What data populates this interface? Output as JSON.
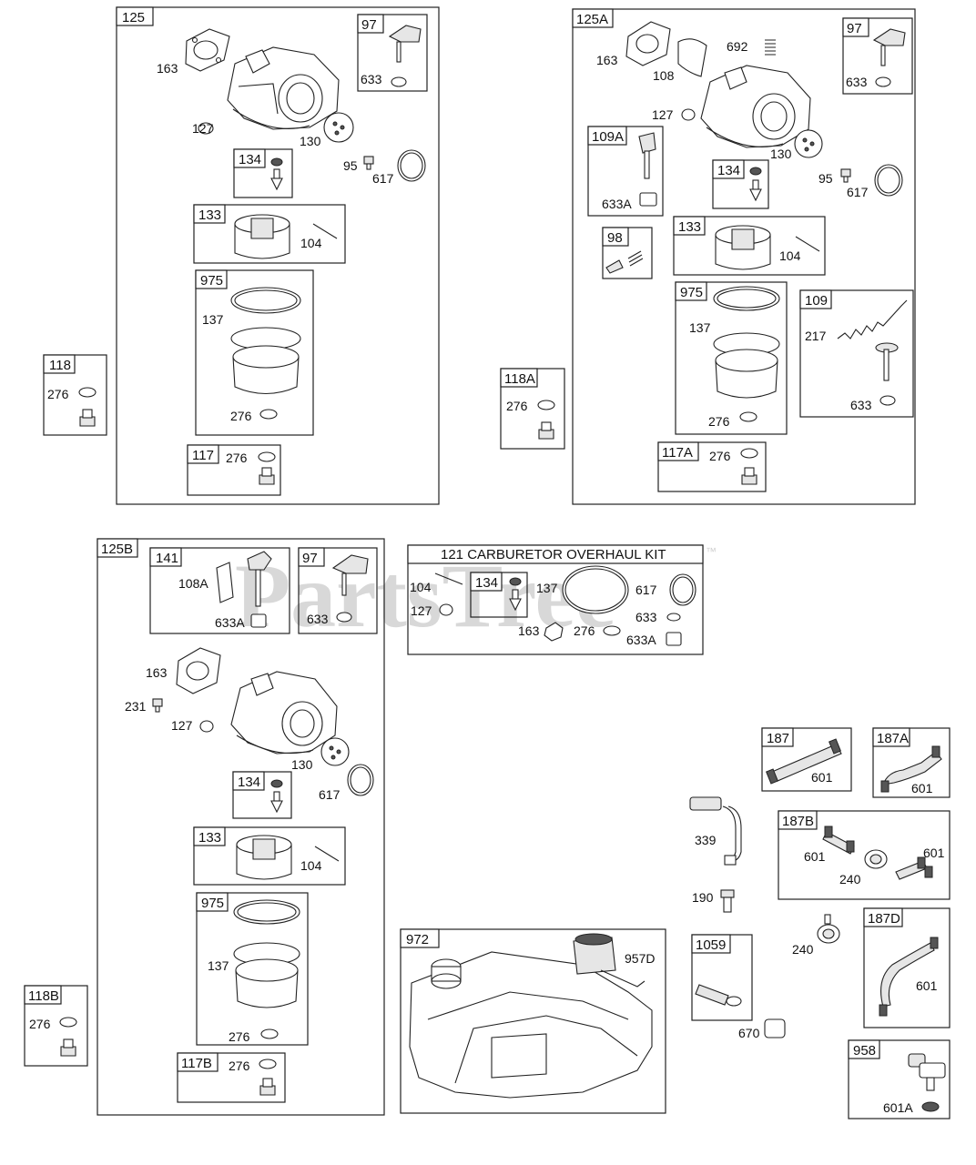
{
  "watermark": {
    "text": "PartsTree",
    "trademark": "™"
  },
  "groups": {
    "g125": {
      "title": "125",
      "labels": {
        "163": "163",
        "127": "127",
        "130": "130",
        "95": "95",
        "617": "617"
      }
    },
    "g97a": {
      "title": "97",
      "labels": {
        "633": "633"
      }
    },
    "g134a": {
      "title": "134"
    },
    "g133a": {
      "title": "133",
      "labels": {
        "104": "104"
      }
    },
    "g975a": {
      "title": "975",
      "labels": {
        "137": "137",
        "276": "276"
      }
    },
    "g117": {
      "title": "117",
      "labels": {
        "276": "276"
      }
    },
    "g118": {
      "title": "118",
      "labels": {
        "276": "276"
      }
    },
    "g125A": {
      "title": "125A",
      "labels": {
        "163": "163",
        "108": "108",
        "692": "692",
        "127": "127",
        "130": "130",
        "95": "95",
        "617": "617"
      }
    },
    "g97b": {
      "title": "97",
      "labels": {
        "633": "633"
      }
    },
    "g109A": {
      "title": "109A",
      "labels": {
        "633A": "633A"
      }
    },
    "g134b": {
      "title": "134"
    },
    "g98": {
      "title": "98"
    },
    "g133b": {
      "title": "133",
      "labels": {
        "104": "104"
      }
    },
    "g975b": {
      "title": "975",
      "labels": {
        "137": "137",
        "276": "276"
      }
    },
    "g109": {
      "title": "109",
      "labels": {
        "217": "217",
        "633": "633"
      }
    },
    "g118A": {
      "title": "118A",
      "labels": {
        "276": "276"
      }
    },
    "g117A": {
      "title": "117A",
      "labels": {
        "276": "276"
      }
    },
    "g125B": {
      "title": "125B",
      "labels": {
        "163": "163",
        "231": "231",
        "127": "127",
        "130": "130",
        "617": "617"
      }
    },
    "g141": {
      "title": "141",
      "labels": {
        "108A": "108A",
        "633A": "633A"
      }
    },
    "g97c": {
      "title": "97",
      "labels": {
        "633": "633"
      }
    },
    "g134c": {
      "title": "134"
    },
    "g133c": {
      "title": "133",
      "labels": {
        "104": "104"
      }
    },
    "g975c": {
      "title": "975",
      "labels": {
        "137": "137",
        "276": "276"
      }
    },
    "g117B": {
      "title": "117B",
      "labels": {
        "276": "276"
      }
    },
    "g118B": {
      "title": "118B",
      "labels": {
        "276": "276"
      }
    },
    "g121": {
      "title": "121 CARBURETOR OVERHAUL KIT",
      "labels": {
        "104": "104",
        "127": "127",
        "137": "137",
        "617": "617",
        "633": "633",
        "633A": "633A",
        "163": "163",
        "276": "276"
      }
    },
    "g134d": {
      "title": "134"
    },
    "g187": {
      "title": "187",
      "labels": {
        "601": "601"
      }
    },
    "g187A": {
      "title": "187A",
      "labels": {
        "601": "601"
      }
    },
    "g187B": {
      "title": "187B",
      "labels": {
        "601a": "601",
        "601b": "601",
        "240": "240"
      }
    },
    "g187D": {
      "title": "187D",
      "labels": {
        "601": "601"
      }
    },
    "g958": {
      "title": "958",
      "labels": {
        "601A": "601A"
      }
    },
    "g1059": {
      "title": "1059"
    },
    "g972": {
      "title": "972",
      "labels": {
        "957D": "957D"
      }
    },
    "loose": {
      "339": "339",
      "190": "190",
      "240": "240",
      "670": "670"
    }
  }
}
